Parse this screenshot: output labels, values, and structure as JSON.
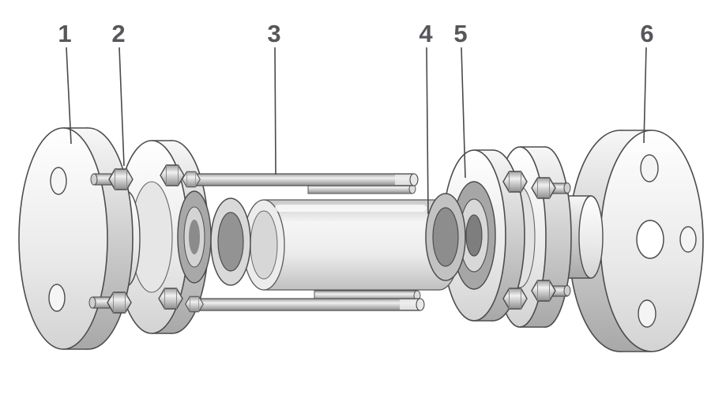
{
  "diagram": {
    "type": "exploded-assembly-diagram",
    "subject": "flanged sight-glass pipe assembly, exploded view",
    "callouts": [
      {
        "label": "1",
        "target": "left-outer-flange"
      },
      {
        "label": "2",
        "target": "left-inner-flange-with-studs"
      },
      {
        "label": "3",
        "target": "tie-rod"
      },
      {
        "label": "4",
        "target": "gasket"
      },
      {
        "label": "5",
        "target": "right-inner-flange"
      },
      {
        "label": "6",
        "target": "right-outer-flange"
      }
    ],
    "colors": {
      "background": "#ffffff",
      "label_text": "#56575b",
      "leader_line": "#4a4a4c",
      "outline": "#4d4d4d",
      "metal_highlight": "#f7f7f7",
      "metal_shadow": "#9b9b9b"
    }
  }
}
